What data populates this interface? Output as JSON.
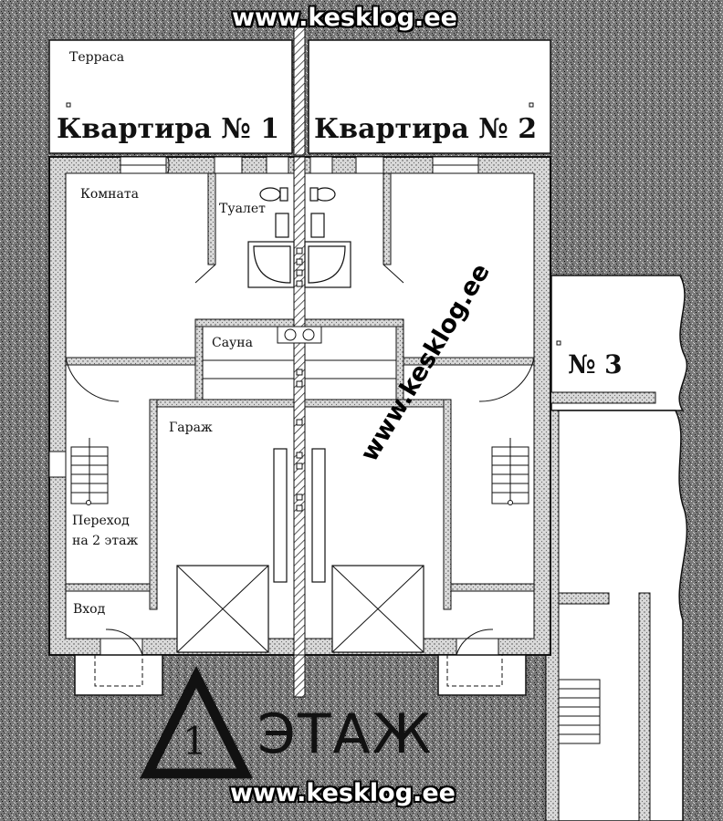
{
  "watermark": {
    "top": "www.kesklog.ee",
    "diagonal": "www.kesklog.ee",
    "bottom": "www.kesklog.ee"
  },
  "rooms": {
    "terrace": "Терраса",
    "room": "Комната",
    "toilet": "Туалет",
    "sauna": "Сауна",
    "garage": "Гараж",
    "stairs": [
      "Переход",
      "на 2 этаж"
    ],
    "entrance": "Вход"
  },
  "apartments": {
    "apt1": "Квартира № 1",
    "apt2": "Квартира № 2",
    "apt3": "№ 3"
  },
  "floor": {
    "number": "1",
    "label": "ЭТАЖ"
  },
  "colors": {
    "background": "#7d7d7d",
    "wall_fill": "#c8c8c8",
    "line": "#111111",
    "room_fill": "#ffffff"
  }
}
